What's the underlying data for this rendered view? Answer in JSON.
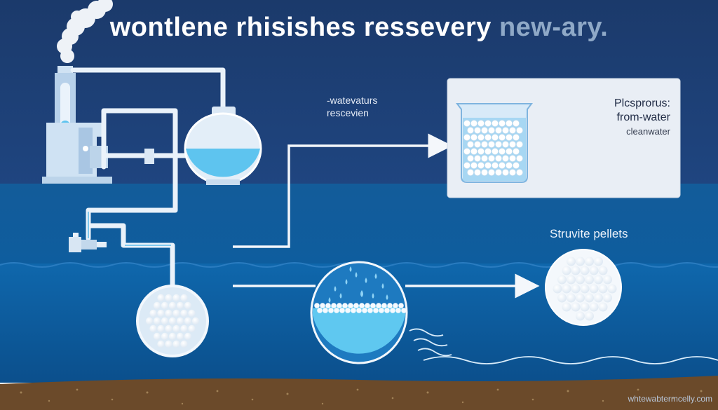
{
  "title": {
    "main": "wontlene rhisishes ressevery",
    "accent": "new-ary."
  },
  "labels": {
    "wastewater_line1": "-watevaturs",
    "wastewater_line2": "rescevien",
    "panel_line1": "Plcsprorus:",
    "panel_line2": "from-water",
    "panel_line3": "cleanwater",
    "pellets": "Struvite pellets",
    "watermark": "whtewabtermcelly.com"
  },
  "colors": {
    "sky": "#1e3f73",
    "water": "#135a96",
    "deep_water": "#0f64a8",
    "soil": "#6b4a2a",
    "pipe": "#f0f5fb",
    "equipment": "#cfe2f3",
    "liquid": "#5fc4ef"
  },
  "icons": [
    "smoke-icon",
    "reactor-tank-icon",
    "sphere-tank-icon",
    "valve-icon",
    "beaker-icon",
    "pellet-sphere-icon",
    "droplets-icon",
    "arrow-right-icon"
  ]
}
